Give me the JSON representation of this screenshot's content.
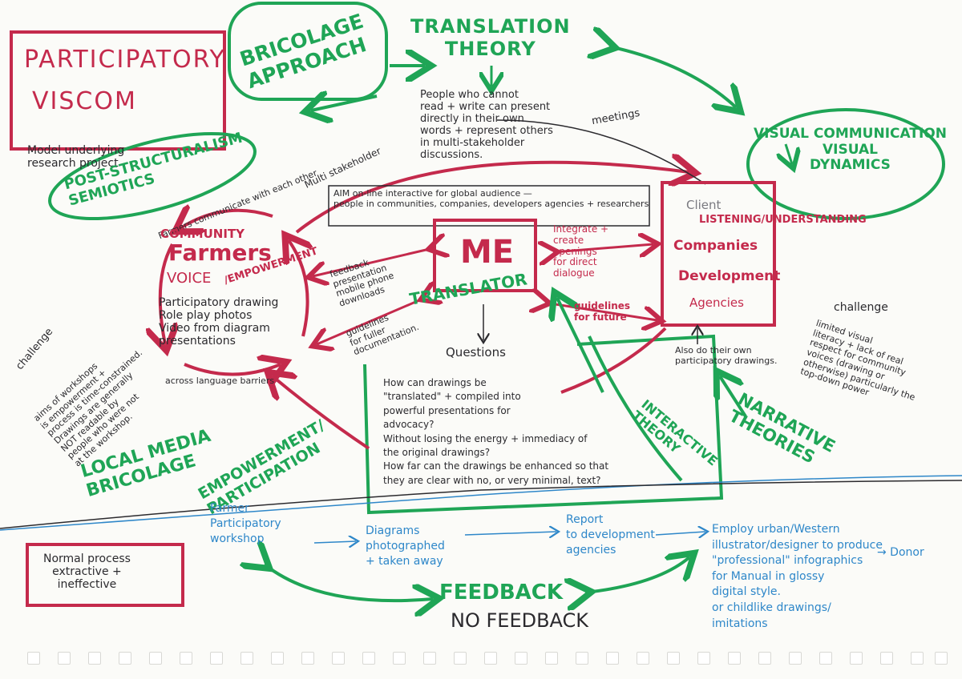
{
  "colors": {
    "black_ink": "#2b2a2e",
    "red_ink": "#c42a4c",
    "green_ink": "#1fa556",
    "blue_ink": "#2e87c9",
    "paper": "#fbfbf8"
  },
  "title": {
    "line1": "PARTICIPATORY",
    "line2": "VISCOM"
  },
  "model_note": "Model underlying\nresearch project",
  "bricolage_approach": "BRICOLAGE\nAPPROACH",
  "translation_theory": "TRANSLATION\nTHEORY",
  "translation_note": "People who cannot\nread + write can present\ndirectly in their own\nwords + represent others\nin multi-stakeholder\ndiscussions.",
  "meetings": "meetings",
  "multi_stakeholder": "Multi stakeholder",
  "post_structuralism": "POST-STRUCTURALISM\nSEMIOTICS",
  "farmers_communicate": "Farmers communicate with each other",
  "visual_communication": "VISUAL COMMUNICATION\nVISUAL\nDYNAMICS",
  "aim": "AIM on-line interactive for global audience —\npeople in communities, companies, developers agencies + researchers",
  "community": {
    "heading": "COMMUNITY",
    "farmers": "Farmers",
    "voice": "VOICE",
    "empowerment": "/EMPOWERMENT",
    "methods": "Participatory drawing\nRole play photos\nVideo from diagram\npresentations",
    "across": "across language barriers"
  },
  "me": {
    "label": "ME",
    "translator": "TRANSLATOR"
  },
  "left_links": "feedback\npresentation\nmobile phone\ndownloads",
  "guidelines_left": "guidelines\nfor fuller\ndocumentation.",
  "integrate": "Integrate +\ncreate\nopenings\nfor direct\ndialogue",
  "guidelines_right": "guidelines\nfor future",
  "client": {
    "heading": "Client",
    "listening": "LISTENING/UNDERSTANDING",
    "items": [
      "Companies",
      "Development",
      "Agencies"
    ],
    "also": "Also do their own\nparticipatory drawings."
  },
  "challenge_left": {
    "heading": "challenge",
    "text": "aims of workshops\nis empowerment +\nprocess is time-constrained.\nDrawings are generally\nNOT readable by\npeople who were not\nat the workshop."
  },
  "challenge_right": {
    "heading": "challenge",
    "text": "limited visual\nliteracy + lack of real\nrespect for community\nvoices (drawing or\notherwise) particularly the\ntop-down power"
  },
  "questions": {
    "heading": "Questions",
    "text": "How can drawings be\n\"translated\" + compiled into\npowerful presentations for\nadvocacy?\nWithout losing the energy + immediacy of\nthe original drawings?\nHow far can the drawings be enhanced so that\nthey are clear with no, or very minimal, text?"
  },
  "local_media": "LOCAL MEDIA\nBRICOLAGE",
  "empowerment_participation": "EMPOWERMENT/\nPARTICIPATION",
  "interactive_theory": "INTERACTIVE\nTHEORY",
  "narrative_theories": "NARRATIVE\nTHEORIES",
  "normal_process": {
    "box": "Normal process\nextractive +\nineffective",
    "step1": "Farmer\nParticipatory\nworkshop",
    "step2": "Diagrams\nphotographed\n+ taken away",
    "step3": "Report\nto development\nagencies",
    "step4": "Employ urban/Western\nillustrator/designer to produce\n\"professional\" infographics\nfor Manual in glossy\ndigital style.\nor childlike drawings/\nimitations",
    "donor": "→ Donor"
  },
  "feedback": "FEEDBACK",
  "no_feedback": "NO FEEDBACK"
}
